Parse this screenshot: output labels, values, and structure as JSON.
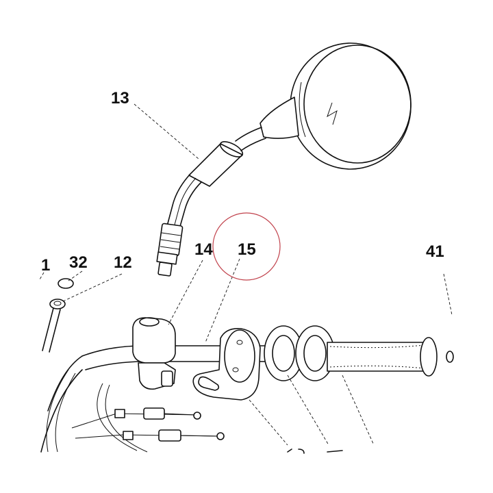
{
  "callouts": [
    {
      "id": "13",
      "label": "13"
    },
    {
      "id": "14",
      "label": "14"
    },
    {
      "id": "15",
      "label": "15"
    },
    {
      "id": "1",
      "label": "1"
    },
    {
      "id": "32",
      "label": "32"
    },
    {
      "id": "12",
      "label": "12"
    },
    {
      "id": "41",
      "label": "41"
    }
  ],
  "colors": {
    "line": "#111111",
    "highlight": "#c0404a",
    "background": "#ffffff"
  }
}
